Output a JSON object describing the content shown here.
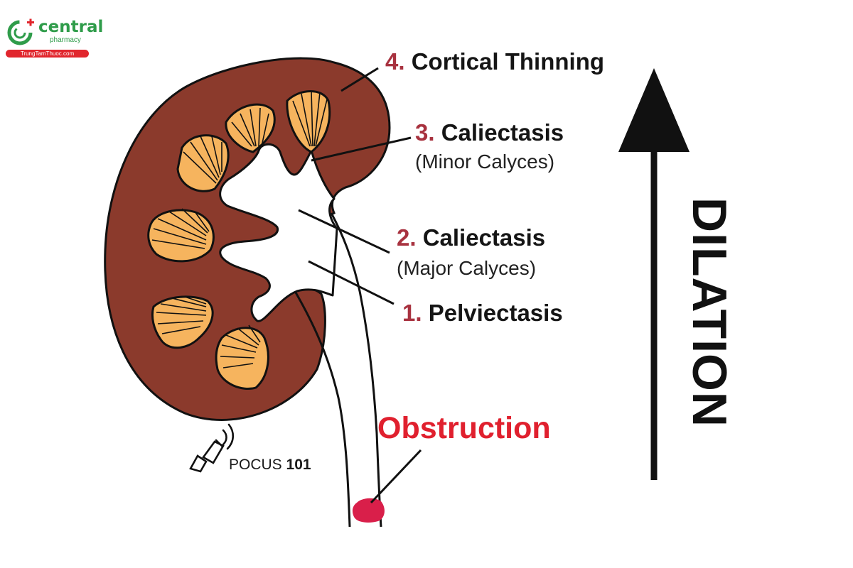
{
  "brand": {
    "name": "central",
    "sub": "pharmacy",
    "url": "TrungTamThuoc.com",
    "colors": {
      "green": "#2f9c4a",
      "red": "#e1262d"
    }
  },
  "labels": [
    {
      "id": "cortical-thinning",
      "number": "4.",
      "name": "Cortical Thinning",
      "sub": ""
    },
    {
      "id": "caliectasis-minor",
      "number": "3.",
      "name": "Caliectasis",
      "sub": "(Minor Calyces)"
    },
    {
      "id": "caliectasis-major",
      "number": "2.",
      "name": "Caliectasis",
      "sub": "(Major Calyces)"
    },
    {
      "id": "pelviectasis",
      "number": "1.",
      "name": "Pelviectasis",
      "sub": ""
    }
  ],
  "obstruction": "Obstruction",
  "dilation": "DILATION",
  "pocus": {
    "prefix": "POCUS",
    "number": "101"
  },
  "colors": {
    "kidney": "#8b3a2c",
    "pyramid": "#f6b45e",
    "obstruction": "#d91f4a",
    "label_number": "#a8323f",
    "obstruction_text": "#e0202e",
    "outline": "#111111"
  },
  "icons": [
    "ultrasound-probe-icon",
    "arrow-up-icon",
    "logo-ring-icon"
  ]
}
